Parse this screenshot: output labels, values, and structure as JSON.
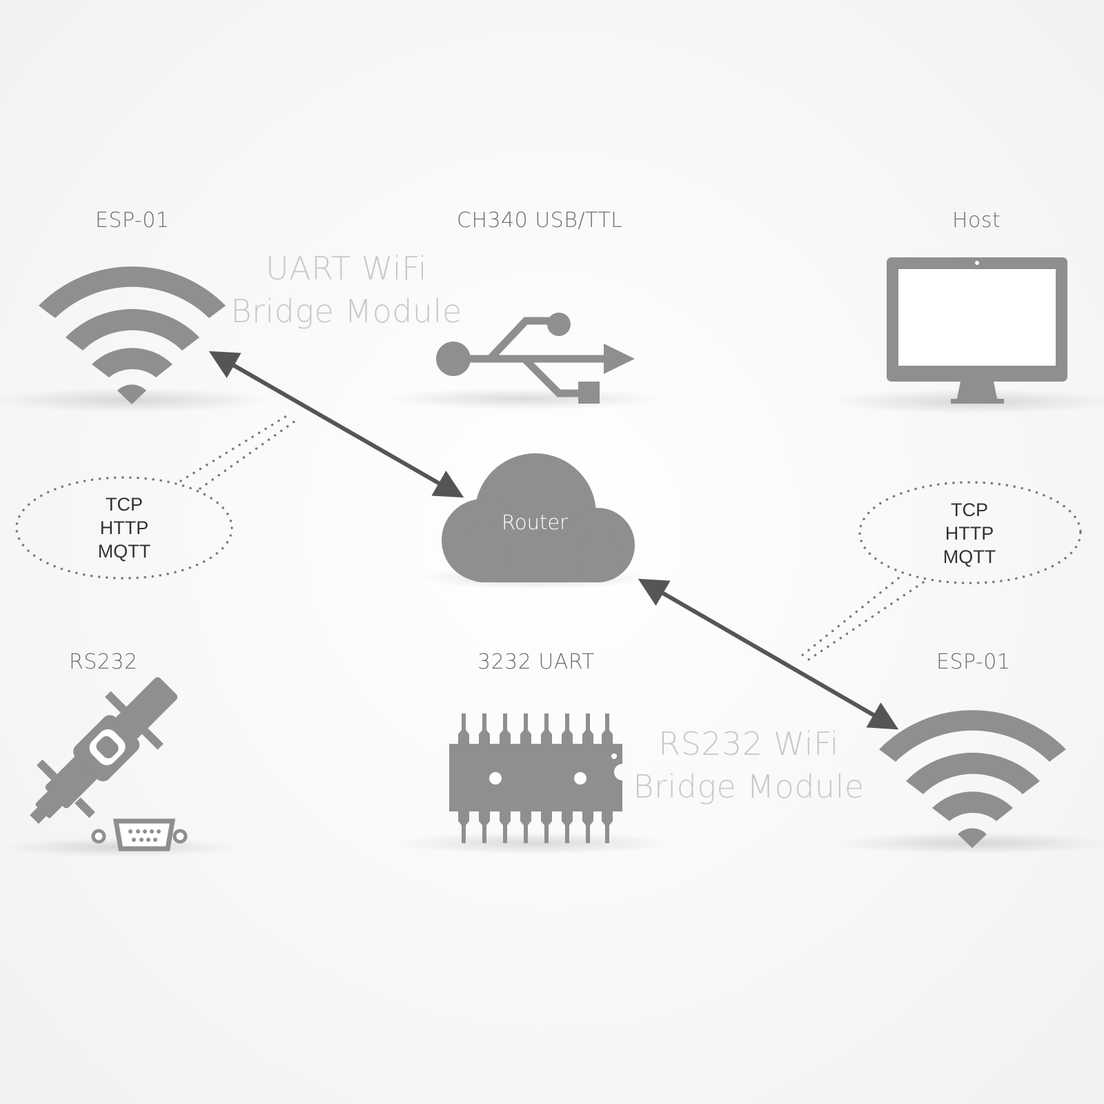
{
  "nodes": {
    "esp01_top": {
      "label": "ESP-01"
    },
    "usb_ttl": {
      "label": "CH340 USB/TTL"
    },
    "host": {
      "label": "Host"
    },
    "router": {
      "label": "Router"
    },
    "rs232": {
      "label": "RS232"
    },
    "uart_3232": {
      "label": "3232 UART"
    },
    "esp01_bottom": {
      "label": "ESP-01"
    }
  },
  "captions": {
    "uart_bridge": {
      "line1": "UART WiFi",
      "line2": "Bridge Module"
    },
    "rs232_bridge": {
      "line1": "RS232 WiFi",
      "line2": "Bridge Module"
    }
  },
  "bubbles": {
    "left": {
      "protocols": [
        "TCP",
        "HTTP",
        "MQTT"
      ]
    },
    "right": {
      "protocols": [
        "TCP",
        "HTTP",
        "MQTT"
      ]
    }
  },
  "colors": {
    "icon_gray": "#8f8f8f",
    "arrow_gray": "#555555",
    "dot_gray": "#7a7a7a",
    "caption_gray": "#c9c9c9",
    "label_gray": "#6e6e6e"
  },
  "icons": {
    "esp01_top": "wifi-icon",
    "usb_ttl": "usb-icon",
    "host": "monitor-icon",
    "router": "cloud-icon",
    "rs232": "serial-connector-icon",
    "uart_3232": "ic-chip-icon",
    "esp01_bottom": "wifi-icon"
  }
}
